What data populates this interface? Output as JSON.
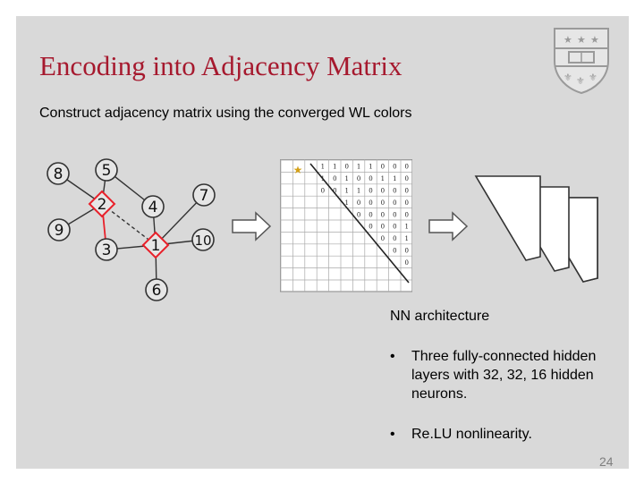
{
  "slide": {
    "title": "Encoding into Adjacency Matrix",
    "subtitle": "Construct adjacency matrix using the converged WL colors",
    "page_number": "24"
  },
  "graph": {
    "nodes": [
      {
        "id": "8",
        "label": "8",
        "shape": "circle"
      },
      {
        "id": "5",
        "label": "5",
        "shape": "circle"
      },
      {
        "id": "2",
        "label": "2",
        "shape": "diamond"
      },
      {
        "id": "4",
        "label": "4",
        "shape": "circle"
      },
      {
        "id": "7",
        "label": "7",
        "shape": "circle"
      },
      {
        "id": "9",
        "label": "9",
        "shape": "circle"
      },
      {
        "id": "1",
        "label": "1",
        "shape": "diamond"
      },
      {
        "id": "10",
        "label": "10",
        "shape": "circle"
      },
      {
        "id": "3",
        "label": "3",
        "shape": "circle"
      },
      {
        "id": "6",
        "label": "6",
        "shape": "circle"
      }
    ],
    "edges": [
      [
        "8",
        "2"
      ],
      [
        "5",
        "2"
      ],
      [
        "9",
        "2"
      ],
      [
        "5",
        "4"
      ],
      [
        "4",
        "1"
      ],
      [
        "2",
        "3"
      ],
      [
        "3",
        "1"
      ],
      [
        "2",
        "1"
      ],
      [
        "1",
        "6"
      ],
      [
        "1",
        "7"
      ],
      [
        "1",
        "10"
      ]
    ],
    "highlight_color": "#e8202a"
  },
  "matrix": {
    "rows": [
      [
        "1",
        "1",
        "0",
        "1",
        "1",
        "0",
        "0",
        "0"
      ],
      [
        "1",
        "0",
        "1",
        "0",
        "0",
        "1",
        "1",
        "0"
      ],
      [
        "0",
        "0",
        "1",
        "1",
        "0",
        "0",
        "0",
        "0"
      ],
      [
        "1",
        "0",
        "0",
        "0",
        "0",
        "0"
      ],
      [
        "0",
        "0",
        "0",
        "0",
        "0"
      ],
      [
        "0",
        "0",
        "0",
        "1"
      ],
      [
        "0",
        "0",
        "1"
      ],
      [
        "0",
        "0"
      ],
      [
        "0"
      ]
    ],
    "star_color": "#d4a017"
  },
  "nn_section": {
    "heading": "NN architecture",
    "bullets": [
      "Three fully-connected hidden layers with 32, 32, 16 hidden neurons.",
      "Re.LU nonlinearity."
    ],
    "bullet1_lines": [
      "Three fully-connected",
      "hidden layers with 32, 32,",
      "16 hidden neurons."
    ],
    "bullet_char": "•"
  }
}
